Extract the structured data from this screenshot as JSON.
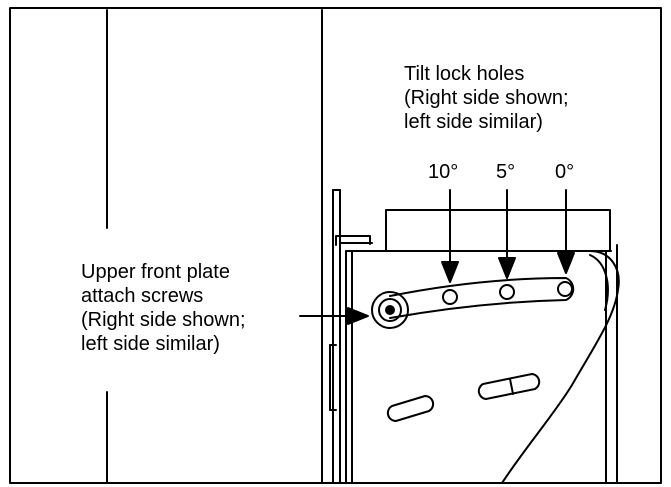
{
  "tilt_lock_label": {
    "line1": "Tilt lock holes",
    "line2": "(Right side shown;",
    "line3": "left side similar)"
  },
  "angles": {
    "a10": "10°",
    "a5": "5°",
    "a0": "0°"
  },
  "screw_label": {
    "line1": "Upper front plate",
    "line2": "attach screws",
    "line3": "(Right side shown;",
    "line4": "left side similar)"
  }
}
